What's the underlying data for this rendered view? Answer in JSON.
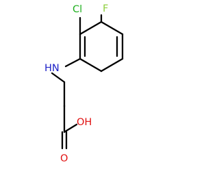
{
  "molecule": {
    "atoms": {
      "chlorine": "Cl",
      "fluorine": "F",
      "amine": "HN",
      "carbonyl_oxygen": "O",
      "hydroxyl": "OH"
    },
    "colors": {
      "chlorine": "#1fb01f",
      "fluorine": "#8fcf3f",
      "nitrogen": "#1e22c8",
      "oxygen": "#e01010",
      "bond": "#000000"
    }
  }
}
